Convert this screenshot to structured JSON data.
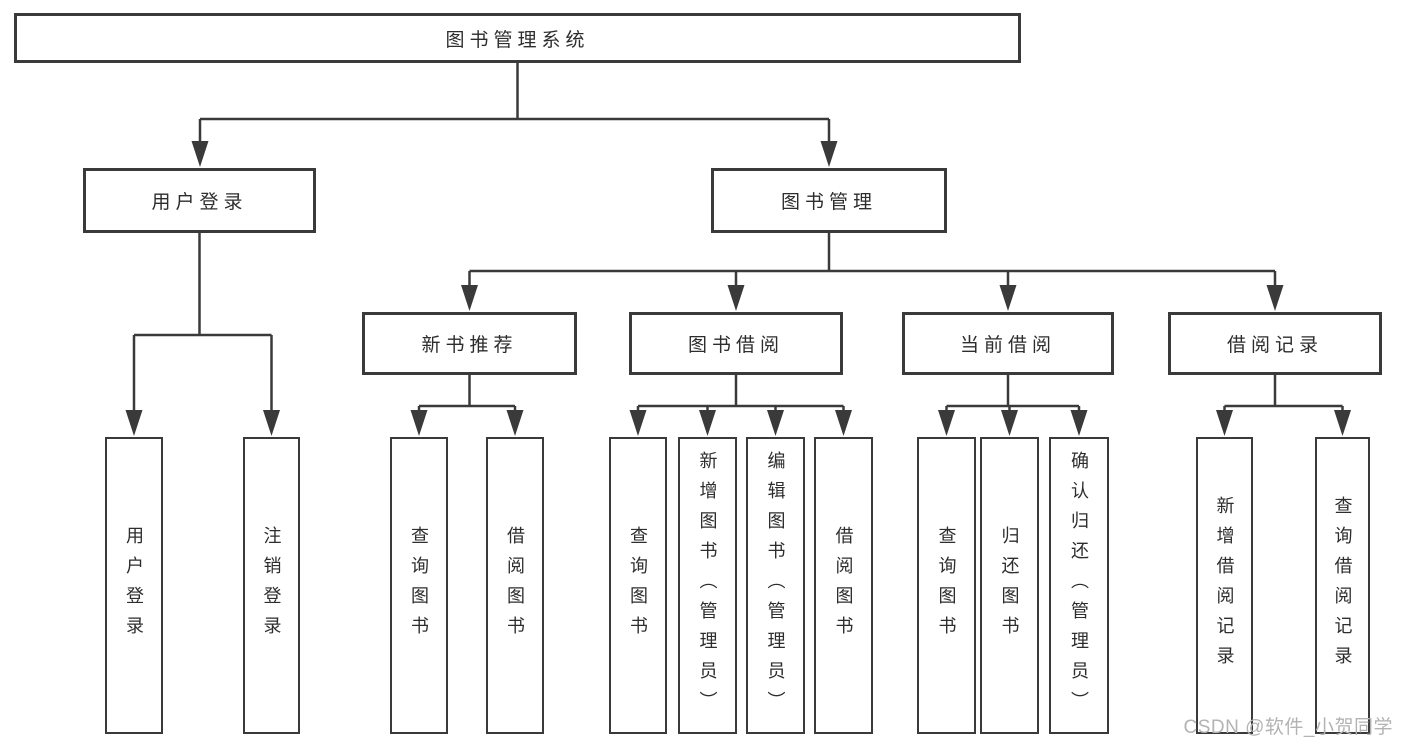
{
  "diagram_title": "图书管理系统",
  "tree": {
    "label": "图书管理系统",
    "children": [
      {
        "label": "用户登录",
        "children": [
          {
            "label": "用户登录"
          },
          {
            "label": "注销登录"
          }
        ]
      },
      {
        "label": "图书管理",
        "children": [
          {
            "label": "新书推荐",
            "children": [
              {
                "label": "查询图书"
              },
              {
                "label": "借阅图书"
              }
            ]
          },
          {
            "label": "图书借阅",
            "children": [
              {
                "label": "查询图书"
              },
              {
                "label": "新增图书（管理员）"
              },
              {
                "label": "编辑图书（管理员）"
              },
              {
                "label": "借阅图书"
              }
            ]
          },
          {
            "label": "当前借阅",
            "children": [
              {
                "label": "查询图书"
              },
              {
                "label": "归还图书"
              },
              {
                "label": "确认归还（管理员）"
              }
            ]
          },
          {
            "label": "借阅记录",
            "children": [
              {
                "label": "新增借阅记录"
              },
              {
                "label": "查询借阅记录"
              }
            ]
          }
        ]
      }
    ]
  },
  "watermark": {
    "text": "CSDN @软件_小贺同学"
  },
  "colors": {
    "line": "#3a3a3a",
    "box_border": "#3a3a3a",
    "box_background": "#ffffff",
    "text": "#2d2d2d",
    "watermark": "#b3b3b3",
    "background": "#ffffff"
  }
}
